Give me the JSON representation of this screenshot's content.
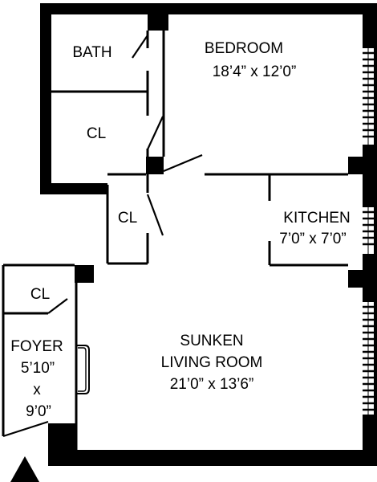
{
  "rooms": {
    "bath": {
      "name": "BATH"
    },
    "bedroom": {
      "name": "BEDROOM",
      "size": "18’4” x 12’0”"
    },
    "closet_top": {
      "name": "CL"
    },
    "closet_mid": {
      "name": "CL"
    },
    "kitchen": {
      "name": "KITCHEN",
      "size": "7’0” x 7’0”"
    },
    "closet_foyer": {
      "name": "CL"
    },
    "foyer": {
      "name": "FOYER",
      "dim_a": "5’10”",
      "dim_sep": "x",
      "dim_b": "9’0”"
    },
    "living": {
      "line1": "SUNKEN",
      "line2": "LIVING ROOM",
      "size": "21’0” x 13’6”"
    }
  },
  "icons": {
    "entry": "entry-arrow-icon"
  }
}
